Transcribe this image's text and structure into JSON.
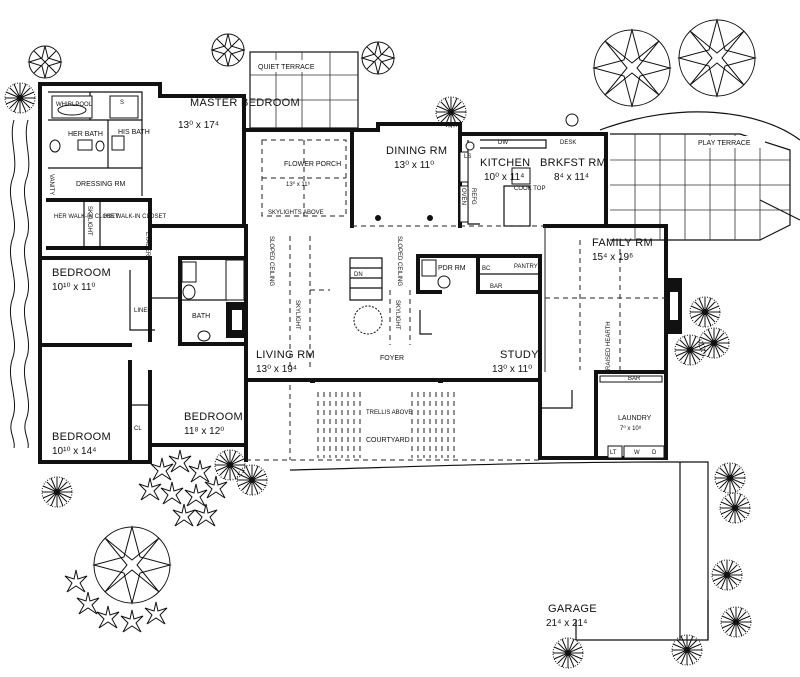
{
  "rooms": {
    "master_bedroom": {
      "name": "MASTER BEDROOM",
      "dim": "13⁰ x 17⁴"
    },
    "her_bath": {
      "name": "HER BATH"
    },
    "his_bath": {
      "name": "HIS BATH"
    },
    "whirlpool": {
      "name": "WHIRLPOOL"
    },
    "shower": {
      "name": "S"
    },
    "vanity": {
      "name": "VANITY"
    },
    "dressing_rm": {
      "name": "DRESSING RM"
    },
    "her_closet": {
      "name": "HER WALK-IN CLOSET"
    },
    "his_closet": {
      "name": "HIS WALK-IN CLOSET"
    },
    "skylight_label": {
      "name": "SKYLIGHT"
    },
    "etagere": {
      "name": "ETAGERE"
    },
    "bedroom_1": {
      "name": "BEDROOM",
      "dim": "10¹⁰ x 11⁰"
    },
    "linen": {
      "name": "LINEN"
    },
    "bath": {
      "name": "BATH"
    },
    "bedroom_2": {
      "name": "BEDROOM",
      "dim": "10¹⁰ x 14⁴"
    },
    "bedroom_3": {
      "name": "BEDROOM",
      "dim": "11⁸ x 12⁰"
    },
    "cl": {
      "name": "CL"
    },
    "quiet_terrace": {
      "name": "QUIET TERRACE"
    },
    "flower_porch": {
      "name": "FLOWER PORCH",
      "dim": "13⁰ x 11⁶"
    },
    "skylights_above": {
      "name": "SKYLIGHTS ABOVE"
    },
    "dining_rm": {
      "name": "DINING RM",
      "dim": "13⁰ x 11⁰"
    },
    "kitchen": {
      "name": "KITCHEN",
      "dim": "10⁰ x 11⁴"
    },
    "brkfst_rm": {
      "name": "BRKFST RM",
      "dim": "8⁴ x 11⁴"
    },
    "desk": {
      "name": "DESK"
    },
    "dw": {
      "name": "DW"
    },
    "ls": {
      "name": "LS"
    },
    "oven": {
      "name": "OVEN"
    },
    "refg": {
      "name": "REFG"
    },
    "cook_top": {
      "name": "COOK TOP"
    },
    "play_terrace": {
      "name": "PLAY TERRACE"
    },
    "family_rm": {
      "name": "FAMILY RM",
      "dim": "15⁴ x 19⁶"
    },
    "raised_hearth": {
      "name": "RAISED HEARTH"
    },
    "sloped_ceiling": {
      "name": "SLOPED CEILING"
    },
    "pdr_rm": {
      "name": "PDR RM"
    },
    "bc": {
      "name": "BC"
    },
    "pantry": {
      "name": "PANTRY"
    },
    "bar": {
      "name": "BAR"
    },
    "dn": {
      "name": "DN"
    },
    "skylight": {
      "name": "SKYLIGHT"
    },
    "living_rm": {
      "name": "LIVING RM",
      "dim": "13⁰ x 19⁴"
    },
    "foyer": {
      "name": "FOYER"
    },
    "study": {
      "name": "STUDY",
      "dim": "13⁰ x 11⁰"
    },
    "trellis": {
      "name": "TRELLIS ABOVE"
    },
    "courtyard": {
      "name": "COURTYARD"
    },
    "laundry": {
      "name": "LAUNDRY",
      "dim": "7⁰ x 10⁸"
    },
    "lt": {
      "name": "LT"
    },
    "w": {
      "name": "W"
    },
    "d": {
      "name": "D"
    },
    "garage": {
      "name": "GARAGE",
      "dim": "21⁴ x 21⁴"
    }
  }
}
